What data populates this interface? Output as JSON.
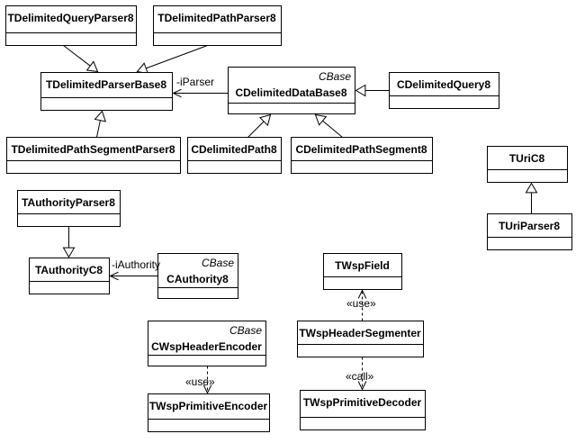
{
  "classes": [
    {
      "id": "TDelimitedQueryParser8",
      "name": "TDelimitedQueryParser8",
      "stereotype": ""
    },
    {
      "id": "TDelimitedPathParser8",
      "name": "TDelimitedPathParser8",
      "stereotype": ""
    },
    {
      "id": "TDelimitedParserBase8",
      "name": "TDelimitedParserBase8",
      "stereotype": ""
    },
    {
      "id": "CDelimitedDataBase8",
      "name": "CDelimitedDataBase8",
      "stereotype": "CBase"
    },
    {
      "id": "CDelimitedQuery8",
      "name": "CDelimitedQuery8",
      "stereotype": ""
    },
    {
      "id": "TDelimitedPathSegmentParser8",
      "name": "TDelimitedPathSegmentParser8",
      "stereotype": ""
    },
    {
      "id": "CDelimitedPath8",
      "name": "CDelimitedPath8",
      "stereotype": ""
    },
    {
      "id": "CDelimitedPathSegment8",
      "name": "CDelimitedPathSegment8",
      "stereotype": ""
    },
    {
      "id": "TUriC8",
      "name": "TUriC8",
      "stereotype": ""
    },
    {
      "id": "TUriParser8",
      "name": "TUriParser8",
      "stereotype": ""
    },
    {
      "id": "TAuthorityParser8",
      "name": "TAuthorityParser8",
      "stereotype": ""
    },
    {
      "id": "TAuthorityC8",
      "name": "TAuthorityC8",
      "stereotype": ""
    },
    {
      "id": "CAuthority8",
      "name": "CAuthority8",
      "stereotype": "CBase"
    },
    {
      "id": "TWspField",
      "name": "TWspField",
      "stereotype": ""
    },
    {
      "id": "TWspHeaderSegmenter",
      "name": "TWspHeaderSegmenter",
      "stereotype": ""
    },
    {
      "id": "CWspHeaderEncoder",
      "name": "CWspHeaderEncoder",
      "stereotype": "CBase"
    },
    {
      "id": "TWspPrimitiveEncoder",
      "name": "TWspPrimitiveEncoder",
      "stereotype": ""
    },
    {
      "id": "TWspPrimitiveDecoder",
      "name": "TWspPrimitiveDecoder",
      "stereotype": ""
    }
  ],
  "relations": [
    {
      "type": "generalization",
      "from": "TDelimitedQueryParser8",
      "to": "TDelimitedParserBase8",
      "label": ""
    },
    {
      "type": "generalization",
      "from": "TDelimitedPathParser8",
      "to": "TDelimitedParserBase8",
      "label": ""
    },
    {
      "type": "generalization",
      "from": "TDelimitedPathSegmentParser8",
      "to": "TDelimitedParserBase8",
      "label": ""
    },
    {
      "type": "association",
      "from": "CDelimitedDataBase8",
      "to": "TDelimitedParserBase8",
      "label": "-iParser"
    },
    {
      "type": "generalization",
      "from": "CDelimitedQuery8",
      "to": "CDelimitedDataBase8",
      "label": ""
    },
    {
      "type": "generalization",
      "from": "CDelimitedPath8",
      "to": "CDelimitedDataBase8",
      "label": ""
    },
    {
      "type": "generalization",
      "from": "CDelimitedPathSegment8",
      "to": "CDelimitedDataBase8",
      "label": ""
    },
    {
      "type": "generalization",
      "from": "TUriParser8",
      "to": "TUriC8",
      "label": ""
    },
    {
      "type": "generalization",
      "from": "TAuthorityParser8",
      "to": "TAuthorityC8",
      "label": ""
    },
    {
      "type": "association",
      "from": "CAuthority8",
      "to": "TAuthorityC8",
      "label": "-iAuthority"
    },
    {
      "type": "dependency",
      "from": "TWspHeaderSegmenter",
      "to": "TWspField",
      "label": "«use»"
    },
    {
      "type": "dependency",
      "from": "TWspHeaderSegmenter",
      "to": "TWspPrimitiveDecoder",
      "label": "«call»"
    },
    {
      "type": "dependency",
      "from": "CWspHeaderEncoder",
      "to": "TWspPrimitiveEncoder",
      "label": "«use»"
    }
  ]
}
